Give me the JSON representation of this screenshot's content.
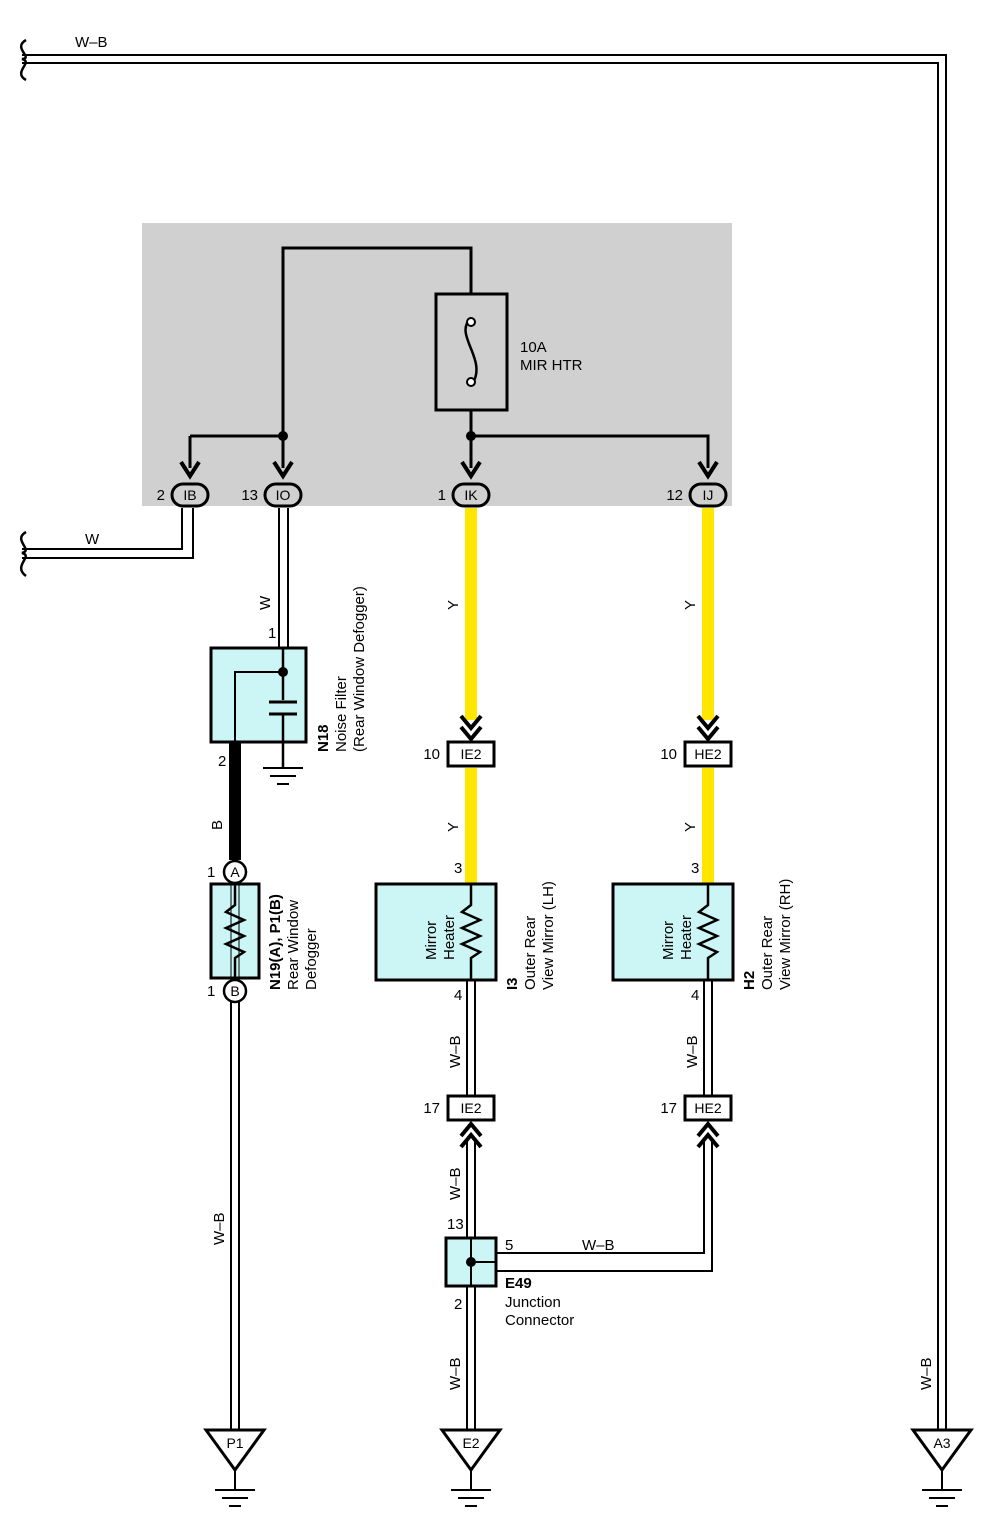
{
  "wires": {
    "top_wb": "W–B",
    "w_left": "W",
    "w_io": "W",
    "y_ik_upper": "Y",
    "y_ij_upper": "Y",
    "y_ie2_lower": "Y",
    "y_he2_lower": "Y",
    "b_n18": "B",
    "wb_p1": "W–B",
    "wb_i3": "W–B",
    "wb_h2": "W–B",
    "wb_e49_top": "W–B",
    "wb_e49_5": "W–B",
    "wb_e2": "W–B",
    "wb_a3": "W–B"
  },
  "fuse": {
    "rating": "10A",
    "name": "MIR HTR"
  },
  "junction_block": {
    "terminals": [
      {
        "pin": "2",
        "code": "IB"
      },
      {
        "pin": "13",
        "code": "IO"
      },
      {
        "pin": "1",
        "code": "IK"
      },
      {
        "pin": "12",
        "code": "IJ"
      }
    ]
  },
  "connectors": {
    "ie2_top": {
      "pin": "10",
      "code": "IE2"
    },
    "he2_top": {
      "pin": "10",
      "code": "HE2"
    },
    "ie2_bottom": {
      "pin": "17",
      "code": "IE2"
    },
    "he2_bottom": {
      "pin": "17",
      "code": "HE2"
    }
  },
  "components": {
    "n18": {
      "id": "N18",
      "line1": "Noise Filter",
      "line2": "(Rear Window Defogger)",
      "pin_top": "1",
      "pin_bottom": "2"
    },
    "defogger": {
      "id": "N19(A), P1(B)",
      "line1": "Rear Window",
      "line2": "Defogger",
      "pin_a": "1",
      "pin_b": "1",
      "tag_a": "A",
      "tag_b": "B"
    },
    "i3": {
      "id": "I3",
      "line1": "Outer Rear",
      "line2": "View Mirror (LH)",
      "inner1": "Mirror",
      "inner2": "Heater",
      "pin_top": "3",
      "pin_bottom": "4"
    },
    "h2": {
      "id": "H2",
      "line1": "Outer Rear",
      "line2": "View Mirror (RH)",
      "inner1": "Mirror",
      "inner2": "Heater",
      "pin_top": "3",
      "pin_bottom": "4"
    },
    "e49": {
      "id": "E49",
      "line1": "Junction",
      "line2": "Connector",
      "pin_top": "13",
      "pin_right": "5",
      "pin_bottom": "2"
    }
  },
  "grounds": {
    "p1": "P1",
    "e2": "E2",
    "a3": "A3"
  },
  "colors": {
    "junction_block": "#d0d0d0",
    "component_fill": "#ccf5f5",
    "wire_yellow": "#ffe600",
    "wire_black": "#000000"
  }
}
